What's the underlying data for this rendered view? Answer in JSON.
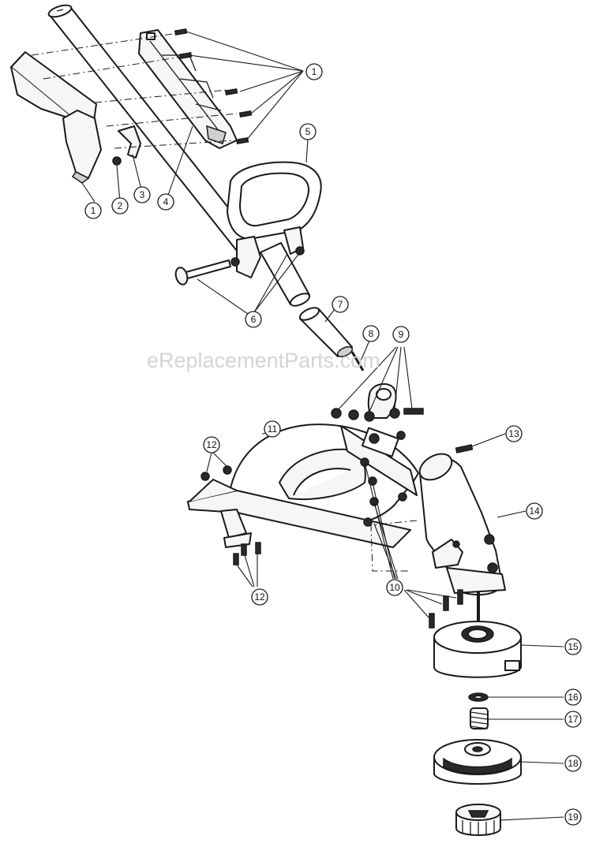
{
  "watermark": "eReplacementParts.com",
  "callouts": {
    "c1a": "1",
    "c1b": "1",
    "c2": "2",
    "c3": "3",
    "c4": "4",
    "c5": "5",
    "c6": "6",
    "c7": "7",
    "c8": "8",
    "c9": "9",
    "c10": "10",
    "c11": "11",
    "c12a": "12",
    "c12b": "12",
    "c13": "13",
    "c14": "14",
    "c15": "15",
    "c16": "16",
    "c17": "17",
    "c18": "18",
    "c19": "19"
  }
}
